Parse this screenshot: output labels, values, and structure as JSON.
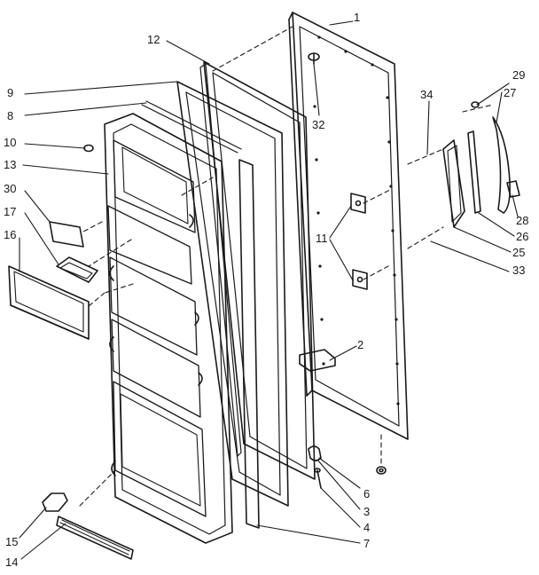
{
  "diagram": {
    "stroke_color": "#1a1a1a",
    "background": "#ffffff",
    "callouts": [
      {
        "id": "1",
        "text": "1"
      },
      {
        "id": "12",
        "text": "12"
      },
      {
        "id": "9",
        "text": "9"
      },
      {
        "id": "8",
        "text": "8"
      },
      {
        "id": "10",
        "text": "10"
      },
      {
        "id": "13",
        "text": "13"
      },
      {
        "id": "30",
        "text": "30"
      },
      {
        "id": "17",
        "text": "17"
      },
      {
        "id": "16",
        "text": "16"
      },
      {
        "id": "32",
        "text": "32"
      },
      {
        "id": "34",
        "text": "34"
      },
      {
        "id": "29",
        "text": "29"
      },
      {
        "id": "27",
        "text": "27"
      },
      {
        "id": "11",
        "text": "11"
      },
      {
        "id": "28",
        "text": "28"
      },
      {
        "id": "26",
        "text": "26"
      },
      {
        "id": "25",
        "text": "25"
      },
      {
        "id": "33",
        "text": "33"
      },
      {
        "id": "2",
        "text": "2"
      },
      {
        "id": "6",
        "text": "6"
      },
      {
        "id": "3",
        "text": "3"
      },
      {
        "id": "4",
        "text": "4"
      },
      {
        "id": "7",
        "text": "7"
      },
      {
        "id": "15",
        "text": "15"
      },
      {
        "id": "14",
        "text": "14"
      }
    ]
  }
}
